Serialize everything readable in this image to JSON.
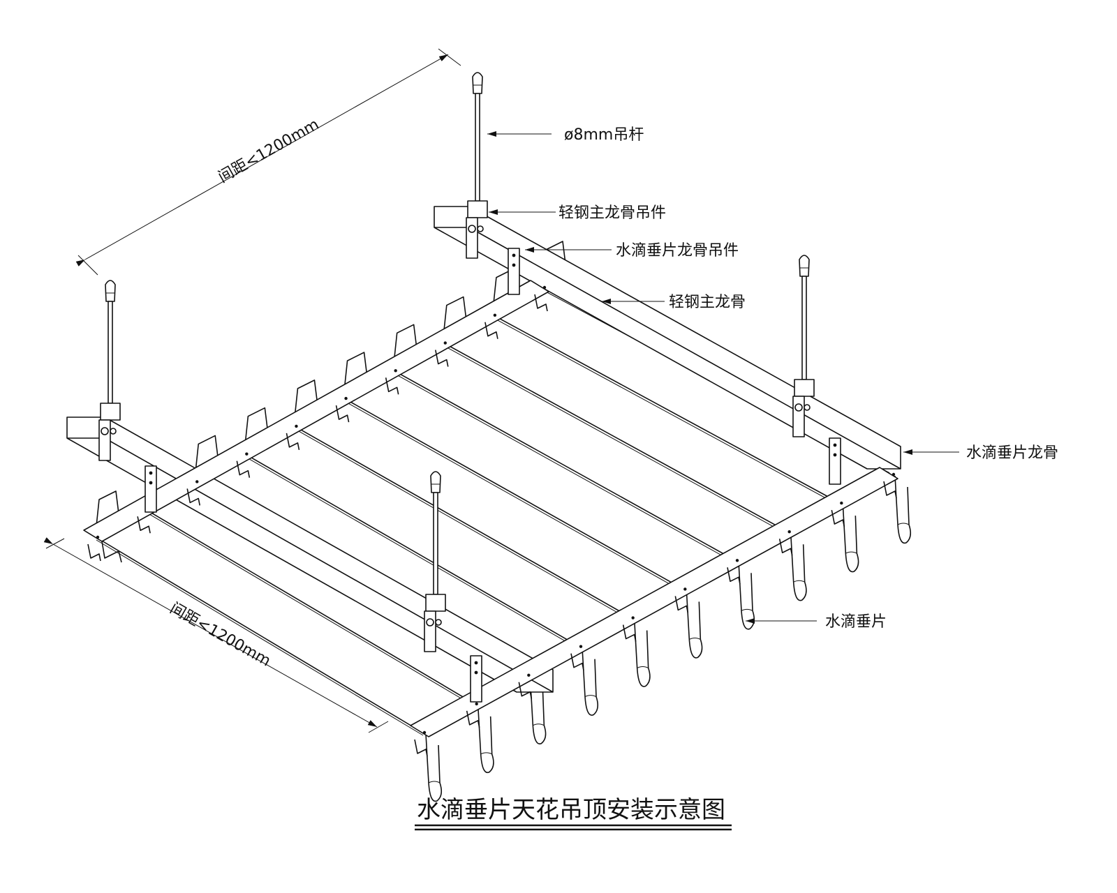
{
  "title": "水滴垂片天花吊顶安装示意图",
  "dimensions": {
    "top": "间距<1200mm",
    "bottom": "间距<1200mm"
  },
  "callouts": {
    "rod": "ø8mm吊杆",
    "main_hanger": "轻钢主龙骨吊件",
    "baffle_hanger": "水滴垂片龙骨吊件",
    "main_runner": "轻钢主龙骨",
    "baffle_runner": "水滴垂片龙骨",
    "baffle": "水滴垂片"
  }
}
